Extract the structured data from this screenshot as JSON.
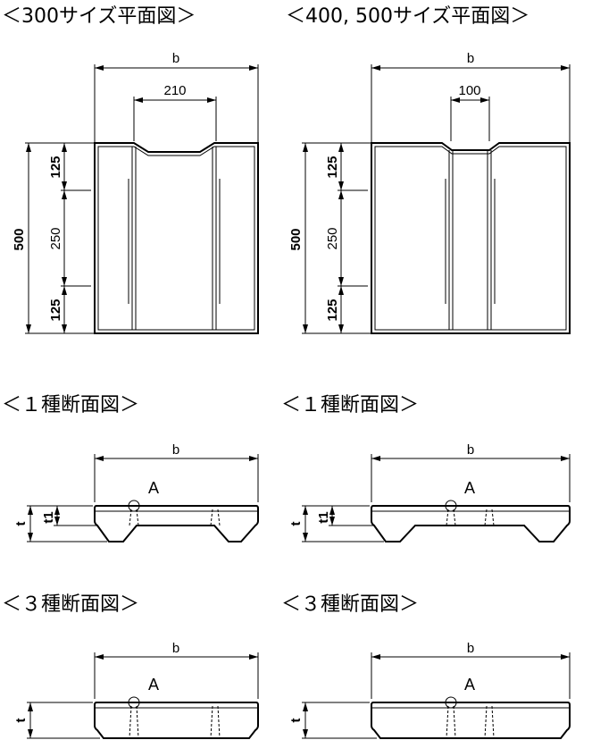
{
  "headings": {
    "plan_300": "＜300サイズ平面図＞",
    "plan_400_500": "＜400, 500サイズ平面図＞",
    "section_type1_left": "＜１種断面図＞",
    "section_type1_right": "＜１種断面図＞",
    "section_type3_left": "＜３種断面図＞",
    "section_type3_right": "＜３種断面図＞"
  },
  "plan_300": {
    "width_label": "b",
    "inner_width_label": "210",
    "total_length_label": "500",
    "segment_labels": [
      "125",
      "250",
      "125"
    ]
  },
  "plan_400_500": {
    "width_label": "b",
    "inner_width_label": "100",
    "total_length_label": "500",
    "segment_labels": [
      "125",
      "250",
      "125"
    ]
  },
  "section_type1_left": {
    "width_label": "b",
    "detail_label": "A",
    "t_label": "t",
    "t1_label": "t1"
  },
  "section_type1_right": {
    "width_label": "b",
    "detail_label": "A",
    "t_label": "t",
    "t1_label": "t1"
  },
  "section_type3_left": {
    "width_label": "b",
    "detail_label": "A",
    "t_label": "t"
  },
  "section_type3_right": {
    "width_label": "b",
    "detail_label": "A",
    "t_label": "t"
  }
}
